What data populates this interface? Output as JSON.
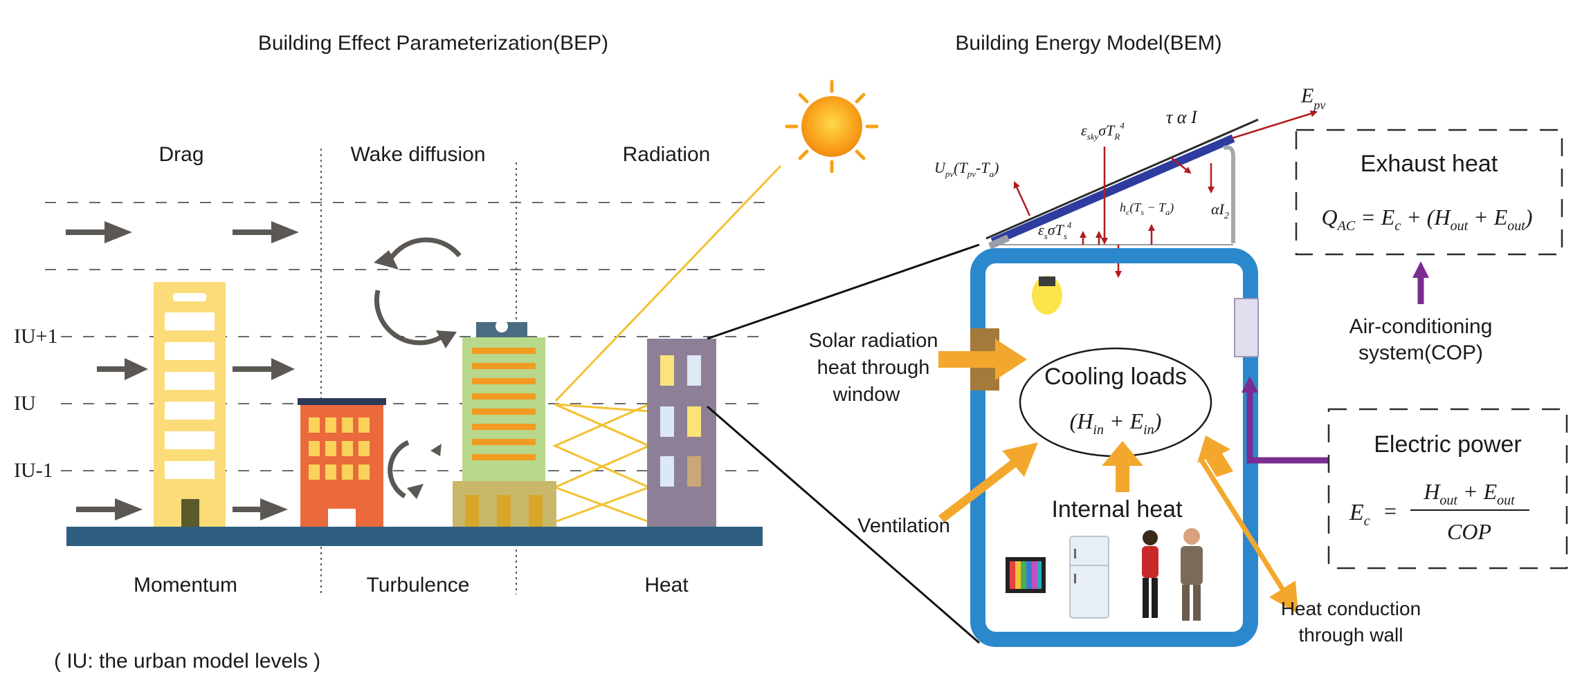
{
  "bep": {
    "title": "Building Effect Parameterization(BEP)",
    "columns": {
      "drag": "Drag",
      "wake": "Wake diffusion",
      "radiation": "Radiation"
    },
    "bottom_labels": {
      "momentum": "Momentum",
      "turbulence": "Turbulence",
      "heat": "Heat"
    },
    "levels": {
      "upper": "IU+1",
      "mid": "IU",
      "lower": "IU-1"
    },
    "footnote": "( IU:  the urban model levels )"
  },
  "bem": {
    "title": "Building Energy Model(BEM)",
    "pv_symbols": {
      "e_pv": "E",
      "e_pv_sub": "pv",
      "tau_alpha_i": "τ α I",
      "alpha_i2": "αI",
      "alpha_i2_sub": "2",
      "sky_rad": "ε",
      "sky_rad_sub": "sky",
      "sky_rad_rest": "σT",
      "sky_rad_sub2": "R",
      "sky_rad_sup": "4",
      "u_pv": "U",
      "u_pv_sub": "pv",
      "u_pv_rest": "(T",
      "u_pv_rest_sub": "pv",
      "u_pv_tail": "-T",
      "u_pv_tail_sub": "a",
      "u_pv_close": ")",
      "h_c": "h",
      "h_c_sub": "c",
      "h_c_rest": "(T",
      "h_c_rest_sub": "s",
      "h_c_mid": " − T",
      "h_c_mid_sub": "a",
      "h_c_close": ")",
      "eps_s": "ε",
      "eps_s_sub": "s",
      "eps_s_rest": "σT",
      "eps_s_rest_sub": "s",
      "eps_s_sup": "4"
    },
    "exhaust_heat": {
      "title": "Exhaust heat",
      "q": "Q",
      "q_sub": "AC",
      "eq_part1": " = E",
      "eq_part1_sub": "c",
      "eq_part2": " + (H",
      "eq_part2_sub": "out",
      "eq_part3": " + E",
      "eq_part3_sub": "out",
      "eq_part4": ")"
    },
    "ac_system": {
      "line1": "Air-conditioning",
      "line2": "system(COP)"
    },
    "electric_power": {
      "title": "Electric power",
      "lhs": "E",
      "lhs_sub": "c",
      "equals": "=",
      "num_h": "H",
      "num_h_sub": "out",
      "num_plus": " + E",
      "num_e_sub": "out",
      "den": "COP"
    },
    "cooling_loads": {
      "title": "Cooling loads",
      "h": "(H",
      "h_sub": "in",
      "plus": " + E",
      "e_sub": "in",
      "close": ")"
    },
    "internal_heat": "Internal heat",
    "solar_window": {
      "line1": "Solar radiation",
      "line2": "heat through",
      "line3": "window"
    },
    "ventilation": "Ventilation",
    "wall_conduction": {
      "line1": "Heat conduction",
      "line2": "through wall"
    }
  },
  "colors": {
    "arrow_gray": "#5b5753",
    "ground": "#2e5f80",
    "room_blue": "#2c88cc",
    "orange": "#f3a82d",
    "purple": "#7b2c91",
    "red": "#b11c1c",
    "panel_blue": "#2d3c9e",
    "yellow_building": "#fbdc79",
    "red_building": "#ea6a3d",
    "green_building": "#b8d98c",
    "purple_building": "#8c7f96",
    "sun": "#f7a21b"
  }
}
